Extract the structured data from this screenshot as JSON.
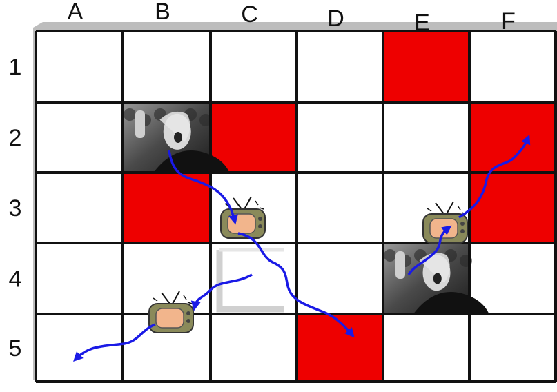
{
  "columns": [
    "A",
    "B",
    "C",
    "D",
    "E",
    "F"
  ],
  "rows": [
    "1",
    "2",
    "3",
    "4",
    "5"
  ],
  "colors": {
    "red": "#ee0000",
    "white": "#ffffff",
    "grid_line": "#111111",
    "arrow": "#1a1ae6",
    "shadow": "#bdbdbd"
  },
  "red_cells": [
    "E1",
    "C2",
    "F2",
    "B3",
    "F3",
    "D5"
  ],
  "photo_cells": [
    {
      "cell": "B2",
      "icon": "protester-photo-icon"
    },
    {
      "cell": "E4",
      "icon": "protester-photo-icon"
    }
  ],
  "tv_icons": [
    {
      "cell": "C3",
      "icon": "television-icon"
    },
    {
      "cell": "E3",
      "icon": "television-icon"
    },
    {
      "cell": "B4",
      "icon": "television-icon"
    }
  ],
  "arrows": [
    {
      "from": "B2",
      "to": "C3"
    },
    {
      "from": "C3",
      "to": "D5"
    },
    {
      "from": "E4",
      "to": "E3"
    },
    {
      "from": "E3",
      "to": "F2"
    },
    {
      "from": "C4",
      "to": "B4"
    },
    {
      "from": "B4",
      "to": "A5"
    }
  ]
}
